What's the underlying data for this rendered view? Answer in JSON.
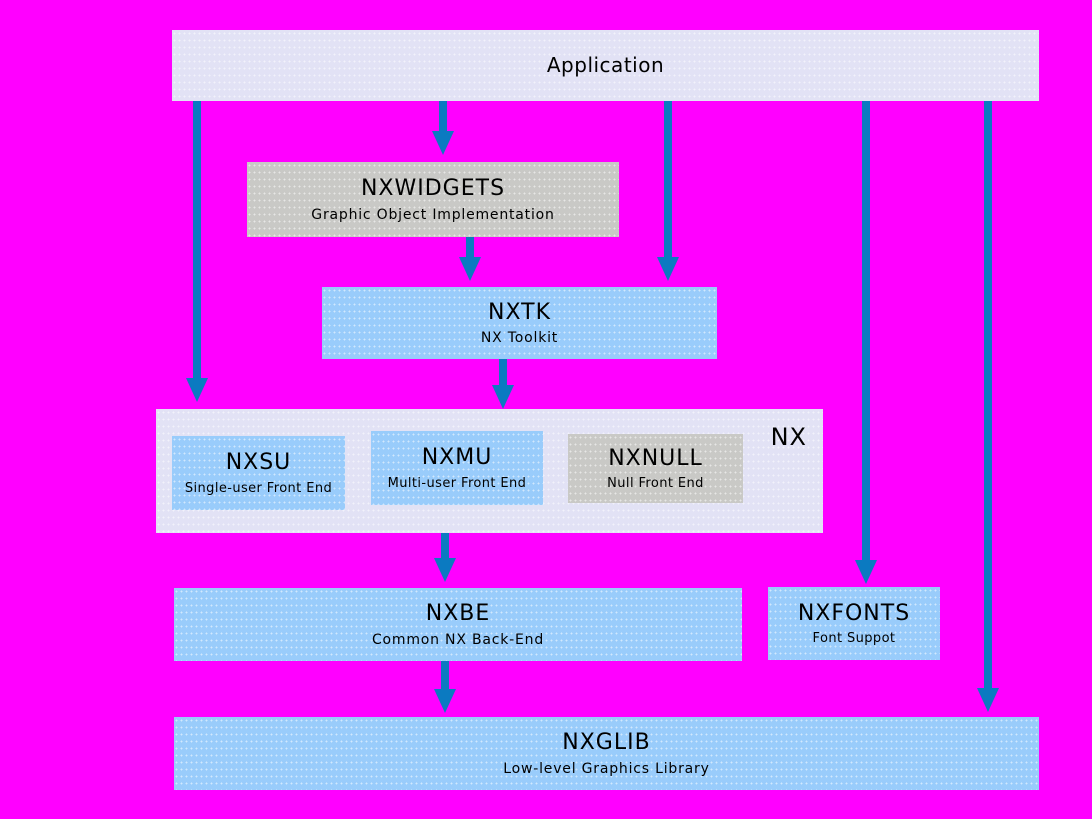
{
  "colors": {
    "background": "#ff00ff",
    "arrow": "#0b7ac1",
    "box_light": "#e2e2f5",
    "box_blue": "#99ccfb",
    "box_gray": "#c9c9c6",
    "text": "#000000"
  },
  "boxes": {
    "application": {
      "title": "Application"
    },
    "nxwidgets": {
      "title": "NXWIDGETS",
      "subtitle": "Graphic Object Implementation"
    },
    "nxtk": {
      "title": "NXTK",
      "subtitle": "NX Toolkit"
    },
    "nx_group": {
      "label": "NX"
    },
    "nxsu": {
      "title": "NXSU",
      "subtitle": "Single-user Front End"
    },
    "nxmu": {
      "title": "NXMU",
      "subtitle": "Multi-user Front End"
    },
    "nxnull": {
      "title": "NXNULL",
      "subtitle": "Null Front End"
    },
    "nxbe": {
      "title": "NXBE",
      "subtitle": "Common NX Back-End"
    },
    "nxfonts": {
      "title": "NXFONTS",
      "subtitle": "Font Suppot"
    },
    "nxglib": {
      "title": "NXGLIB",
      "subtitle": "Low-level Graphics Library"
    }
  },
  "connections": [
    {
      "from": "Application",
      "to": "NX"
    },
    {
      "from": "Application",
      "to": "NXWIDGETS"
    },
    {
      "from": "Application",
      "to": "NXTK"
    },
    {
      "from": "Application",
      "to": "NXFONTS"
    },
    {
      "from": "Application",
      "to": "NXGLIB"
    },
    {
      "from": "NXWIDGETS",
      "to": "NXTK"
    },
    {
      "from": "NXTK",
      "to": "NX"
    },
    {
      "from": "NX",
      "to": "NXBE"
    },
    {
      "from": "NXBE",
      "to": "NXGLIB"
    }
  ]
}
